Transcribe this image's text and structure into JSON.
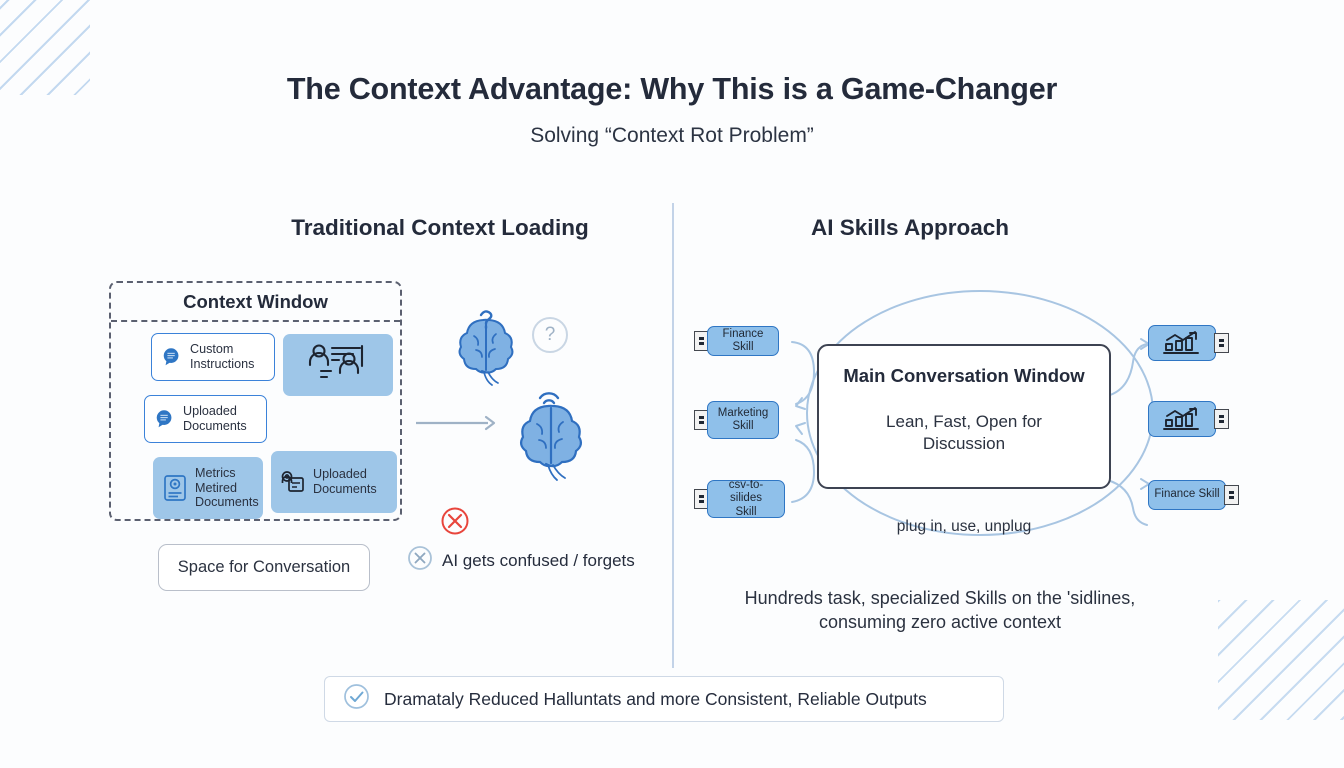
{
  "header": {
    "title": "The Context Advantage: Why This is a Game-Changer",
    "subtitle": "Solving “Context Rot Problem”"
  },
  "columns": {
    "left_heading": "Traditional Context Loading",
    "right_heading": "AI Skills Approach"
  },
  "left_panel": {
    "context_window_title": "Context Window",
    "items": [
      {
        "label": "Custom\nInstructions",
        "icon": "chat-bubble-icon",
        "style": "white"
      },
      {
        "label": "Uploaded\nDocuments",
        "icon": "chat-bubble-icon",
        "style": "white"
      },
      {
        "label": "Metrics\nMetired\nDocuments",
        "icon": "document-gear-icon",
        "style": "blue"
      },
      {
        "label": "",
        "icon": "people-list-icon",
        "style": "blue"
      },
      {
        "label": "Uploaded\nDocuments",
        "icon": "documents-copy-icon",
        "style": "blue"
      }
    ],
    "space_for_conversation": "Space for Conversation",
    "confused_label": "AI gets confused / forgets",
    "brain_icon": "brain-icon",
    "question_icon": "question-mark-icon",
    "arrow_icon": "right-arrow-icon",
    "error_icon": "x-circle-icon"
  },
  "right_panel": {
    "main_window_title": "Main Conversation Window",
    "main_window_subtitle": "Lean, Fast, Open for\nDiscussion",
    "cycle_label": "plug in, use, unplug",
    "caption": "Hundreds task, specialized Skills on the 'sidlines,\nconsuming zero active context",
    "left_skills": [
      {
        "label": "Finance Skill",
        "icon": "usb-connector-icon"
      },
      {
        "label": "Marketing\nSkill",
        "icon": "usb-connector-icon"
      },
      {
        "label": "csv-to-silides\nSkill",
        "icon": "usb-connector-icon"
      }
    ],
    "right_skills": [
      {
        "label": "",
        "icon": "bar-chart-icon"
      },
      {
        "label": "",
        "icon": "bar-chart-icon"
      },
      {
        "label": "Finance Skill",
        "icon": "usb-connector-icon"
      }
    ]
  },
  "footer": {
    "text": "Dramataly Reduced Halluntats and more Consistent, Reliable Outputs",
    "icon": "check-circle-icon"
  },
  "colors": {
    "background": "#fcfdfe",
    "accent_blue": "#3b82d9",
    "chip_blue": "#9ec6e8",
    "skill_blue": "#8fc0ea",
    "divider": "#c3d3e8",
    "error_red": "#e8453c",
    "text_dark": "#262d3d",
    "stripe_blue": "#b0cdeb"
  }
}
